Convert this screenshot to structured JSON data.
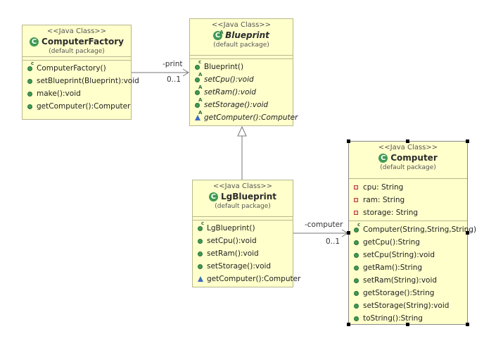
{
  "stereotype": "<<Java Class>>",
  "package": "(default package)",
  "classes": {
    "factory": {
      "name": "ComputerFactory",
      "ops": [
        "ComputerFactory()",
        "setBlueprint(Blueprint):void",
        "make():void",
        "getComputer():Computer"
      ]
    },
    "blueprint": {
      "name": "Blueprint",
      "ops": [
        "Blueprint()",
        "setCpu():void",
        "setRam():void",
        "setStorage():void",
        "getComputer():Computer"
      ]
    },
    "lg": {
      "name": "LgBlueprint",
      "ops": [
        "LgBlueprint()",
        "setCpu():void",
        "setRam():void",
        "setStorage():void",
        "getComputer():Computer"
      ]
    },
    "computer": {
      "name": "Computer",
      "attrs": [
        "cpu: String",
        "ram: String",
        "storage: String"
      ],
      "ops": [
        "Computer(String,String,String)",
        "getCpu():String",
        "setCpu(String):void",
        "getRam():String",
        "setRam(String):void",
        "getStorage():String",
        "setStorage(String):void",
        "toString():String"
      ]
    }
  },
  "associations": {
    "print": {
      "role": "-print",
      "multiplicity": "0..1"
    },
    "computer": {
      "role": "-computer",
      "multiplicity": "0..1"
    }
  },
  "icons": {
    "class": "class-c-icon",
    "public": "public-method-icon",
    "constructor": "constructor-icon",
    "abstract": "abstract-method-icon",
    "protected": "protected-method-icon",
    "private_field": "private-field-icon"
  },
  "colors": {
    "class_fill": "#ffffcc",
    "class_border": "#b7b78e",
    "public": "#3f9a54",
    "protected": "#3d6cc0",
    "private": "#c0392b"
  }
}
